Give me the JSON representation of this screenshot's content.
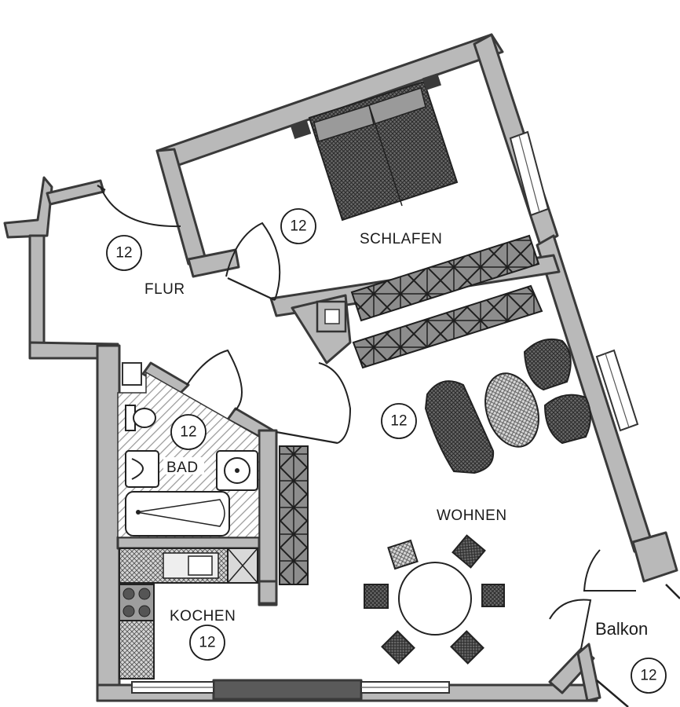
{
  "rooms": {
    "schlafen": {
      "label": "SCHLAFEN",
      "number": "12"
    },
    "flur": {
      "label": "FLUR",
      "number": "12"
    },
    "bad": {
      "label": "BAD",
      "number": "12"
    },
    "wohnen": {
      "label": "WOHNEN",
      "number": "12"
    },
    "kochen": {
      "label": "KOCHEN",
      "number": "12"
    },
    "balkon": {
      "label": "Balkon",
      "number": "12"
    }
  },
  "colors": {
    "wall_fill": "#b9b9b9",
    "wall_stroke": "#3a3a3a",
    "furniture_dark": "#4a4a4a",
    "background": "#ffffff"
  },
  "icons": [
    "bed-icon",
    "wardrobe-icon",
    "sofa-icon",
    "armchair-icon",
    "coffee-table-icon",
    "dining-table-icon",
    "chair-icon",
    "toilet-icon",
    "sink-icon",
    "bathtub-icon",
    "stove-icon",
    "kitchen-counter-icon",
    "door-icon",
    "window-icon"
  ]
}
